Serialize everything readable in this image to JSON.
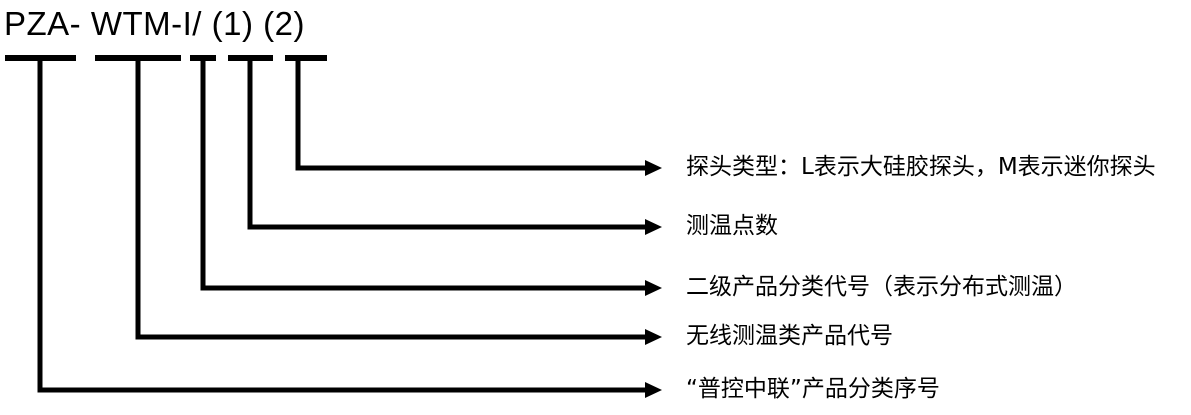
{
  "diagram": {
    "title_code": "PZA- WTM-I/ (1) (2)",
    "code_segments": [
      {
        "text": "PZA-",
        "meaning_index": 4
      },
      {
        "text": "WTM",
        "meaning_index": 3
      },
      {
        "text": "-I/",
        "meaning_index": 2
      },
      {
        "text": "(1)",
        "meaning_index": 1
      },
      {
        "text": "(2)",
        "meaning_index": 0
      }
    ],
    "callouts": [
      {
        "id": "probe-type",
        "label": "探头类型：L表示大硅胶探头，M表示迷你探头"
      },
      {
        "id": "measure-point-count",
        "label": "测温点数"
      },
      {
        "id": "secondary-product-class",
        "label": "二级产品分类代号（表示分布式测温）"
      },
      {
        "id": "wireless-temp-product-code",
        "label": "无线测温类产品代号"
      },
      {
        "id": "brand-product-sequence",
        "label": "“普控中联”产品分类序号"
      }
    ],
    "colors": {
      "line": "#000000",
      "text": "#000000",
      "background": "#ffffff"
    }
  }
}
